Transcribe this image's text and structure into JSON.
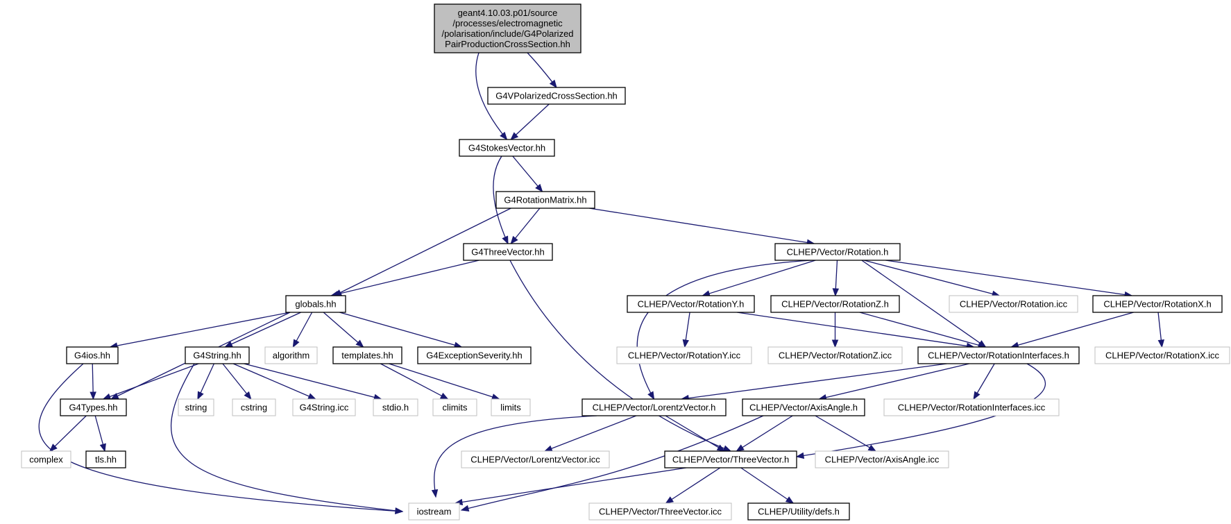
{
  "nodes": [
    {
      "id": "root",
      "lines": [
        "geant4.10.03.p01/source",
        "/processes/electromagnetic",
        "/polarisation/include/G4Polarized",
        "PairProductionCrossSection.hh"
      ],
      "style": "root"
    },
    {
      "id": "pcs",
      "lines": [
        "G4VPolarizedCrossSection.hh"
      ],
      "style": "normal"
    },
    {
      "id": "stokes",
      "lines": [
        "G4StokesVector.hh"
      ],
      "style": "normal"
    },
    {
      "id": "rotm",
      "lines": [
        "G4RotationMatrix.hh"
      ],
      "style": "normal"
    },
    {
      "id": "three",
      "lines": [
        "G4ThreeVector.hh"
      ],
      "style": "normal"
    },
    {
      "id": "clrot",
      "lines": [
        "CLHEP/Vector/Rotation.h"
      ],
      "style": "normal"
    },
    {
      "id": "globals",
      "lines": [
        "globals.hh"
      ],
      "style": "normal"
    },
    {
      "id": "roty",
      "lines": [
        "CLHEP/Vector/RotationY.h"
      ],
      "style": "normal"
    },
    {
      "id": "rotz",
      "lines": [
        "CLHEP/Vector/RotationZ.h"
      ],
      "style": "normal"
    },
    {
      "id": "rotic",
      "lines": [
        "CLHEP/Vector/Rotation.icc"
      ],
      "style": "external"
    },
    {
      "id": "rotx",
      "lines": [
        "CLHEP/Vector/RotationX.h"
      ],
      "style": "normal"
    },
    {
      "id": "g4ios",
      "lines": [
        "G4ios.hh"
      ],
      "style": "normal"
    },
    {
      "id": "g4string",
      "lines": [
        "G4String.hh"
      ],
      "style": "normal"
    },
    {
      "id": "algorithm",
      "lines": [
        "algorithm"
      ],
      "style": "external"
    },
    {
      "id": "templates",
      "lines": [
        "templates.hh"
      ],
      "style": "normal"
    },
    {
      "id": "excsev",
      "lines": [
        "G4ExceptionSeverity.hh"
      ],
      "style": "normal"
    },
    {
      "id": "rotyic",
      "lines": [
        "CLHEP/Vector/RotationY.icc"
      ],
      "style": "external"
    },
    {
      "id": "rotzic",
      "lines": [
        "CLHEP/Vector/RotationZ.icc"
      ],
      "style": "external"
    },
    {
      "id": "rotint",
      "lines": [
        "CLHEP/Vector/RotationInterfaces.h"
      ],
      "style": "normal"
    },
    {
      "id": "rotxic",
      "lines": [
        "CLHEP/Vector/RotationX.icc"
      ],
      "style": "external"
    },
    {
      "id": "g4types",
      "lines": [
        "G4Types.hh"
      ],
      "style": "normal"
    },
    {
      "id": "string",
      "lines": [
        "string"
      ],
      "style": "external"
    },
    {
      "id": "cstring",
      "lines": [
        "cstring"
      ],
      "style": "external"
    },
    {
      "id": "g4stricc",
      "lines": [
        "G4String.icc"
      ],
      "style": "external"
    },
    {
      "id": "stdio",
      "lines": [
        "stdio.h"
      ],
      "style": "external"
    },
    {
      "id": "climits",
      "lines": [
        "climits"
      ],
      "style": "external"
    },
    {
      "id": "limits",
      "lines": [
        "limits"
      ],
      "style": "external"
    },
    {
      "id": "lorentz",
      "lines": [
        "CLHEP/Vector/LorentzVector.h"
      ],
      "style": "normal"
    },
    {
      "id": "axis",
      "lines": [
        "CLHEP/Vector/AxisAngle.h"
      ],
      "style": "normal"
    },
    {
      "id": "rotintic",
      "lines": [
        "CLHEP/Vector/RotationInterfaces.icc"
      ],
      "style": "external"
    },
    {
      "id": "complex",
      "lines": [
        "complex"
      ],
      "style": "external"
    },
    {
      "id": "tls",
      "lines": [
        "tls.hh"
      ],
      "style": "normal"
    },
    {
      "id": "lorentzic",
      "lines": [
        "CLHEP/Vector/LorentzVector.icc"
      ],
      "style": "external"
    },
    {
      "id": "clthree",
      "lines": [
        "CLHEP/Vector/ThreeVector.h"
      ],
      "style": "normal"
    },
    {
      "id": "axisic",
      "lines": [
        "CLHEP/Vector/AxisAngle.icc"
      ],
      "style": "external"
    },
    {
      "id": "iostream",
      "lines": [
        "iostream"
      ],
      "style": "external"
    },
    {
      "id": "clthreeic",
      "lines": [
        "CLHEP/Vector/ThreeVector.icc"
      ],
      "style": "external"
    },
    {
      "id": "defs",
      "lines": [
        "CLHEP/Utility/defs.h"
      ],
      "style": "normal"
    }
  ],
  "edges": [
    [
      "root",
      "pcs"
    ],
    [
      "root",
      "stokes"
    ],
    [
      "pcs",
      "stokes"
    ],
    [
      "stokes",
      "rotm"
    ],
    [
      "stokes",
      "three"
    ],
    [
      "rotm",
      "three"
    ],
    [
      "rotm",
      "globals"
    ],
    [
      "rotm",
      "clrot"
    ],
    [
      "three",
      "globals"
    ],
    [
      "three",
      "clthree"
    ],
    [
      "globals",
      "g4ios"
    ],
    [
      "globals",
      "g4types"
    ],
    [
      "globals",
      "g4string"
    ],
    [
      "globals",
      "algorithm"
    ],
    [
      "globals",
      "templates"
    ],
    [
      "globals",
      "excsev"
    ],
    [
      "g4ios",
      "g4types"
    ],
    [
      "g4ios",
      "iostream"
    ],
    [
      "g4string",
      "g4types"
    ],
    [
      "g4string",
      "iostream"
    ],
    [
      "g4string",
      "string"
    ],
    [
      "g4string",
      "cstring"
    ],
    [
      "g4string",
      "g4stricc"
    ],
    [
      "g4string",
      "stdio"
    ],
    [
      "templates",
      "climits"
    ],
    [
      "templates",
      "limits"
    ],
    [
      "g4types",
      "complex"
    ],
    [
      "g4types",
      "tls"
    ],
    [
      "clrot",
      "lorentz"
    ],
    [
      "clrot",
      "roty"
    ],
    [
      "clrot",
      "rotz"
    ],
    [
      "clrot",
      "rotint"
    ],
    [
      "clrot",
      "rotic"
    ],
    [
      "clrot",
      "rotx"
    ],
    [
      "roty",
      "rotyic"
    ],
    [
      "roty",
      "rotint"
    ],
    [
      "rotz",
      "rotzic"
    ],
    [
      "rotz",
      "rotint"
    ],
    [
      "rotx",
      "rotint"
    ],
    [
      "rotx",
      "rotxic"
    ],
    [
      "rotint",
      "lorentz"
    ],
    [
      "rotint",
      "axis"
    ],
    [
      "rotint",
      "rotintic"
    ],
    [
      "rotint",
      "clthree"
    ],
    [
      "lorentz",
      "iostream"
    ],
    [
      "lorentz",
      "lorentzic"
    ],
    [
      "lorentz",
      "clthree"
    ],
    [
      "axis",
      "clthree"
    ],
    [
      "axis",
      "axisic"
    ],
    [
      "axis",
      "iostream"
    ],
    [
      "clthree",
      "iostream"
    ],
    [
      "clthree",
      "clthreeic"
    ],
    [
      "clthree",
      "defs"
    ]
  ],
  "colors": {
    "edge": "#191970",
    "root_fill": "#bfbfbf",
    "normal_border": "#000000",
    "external_border": "#bfbfbf",
    "node_fill": "#ffffff"
  }
}
